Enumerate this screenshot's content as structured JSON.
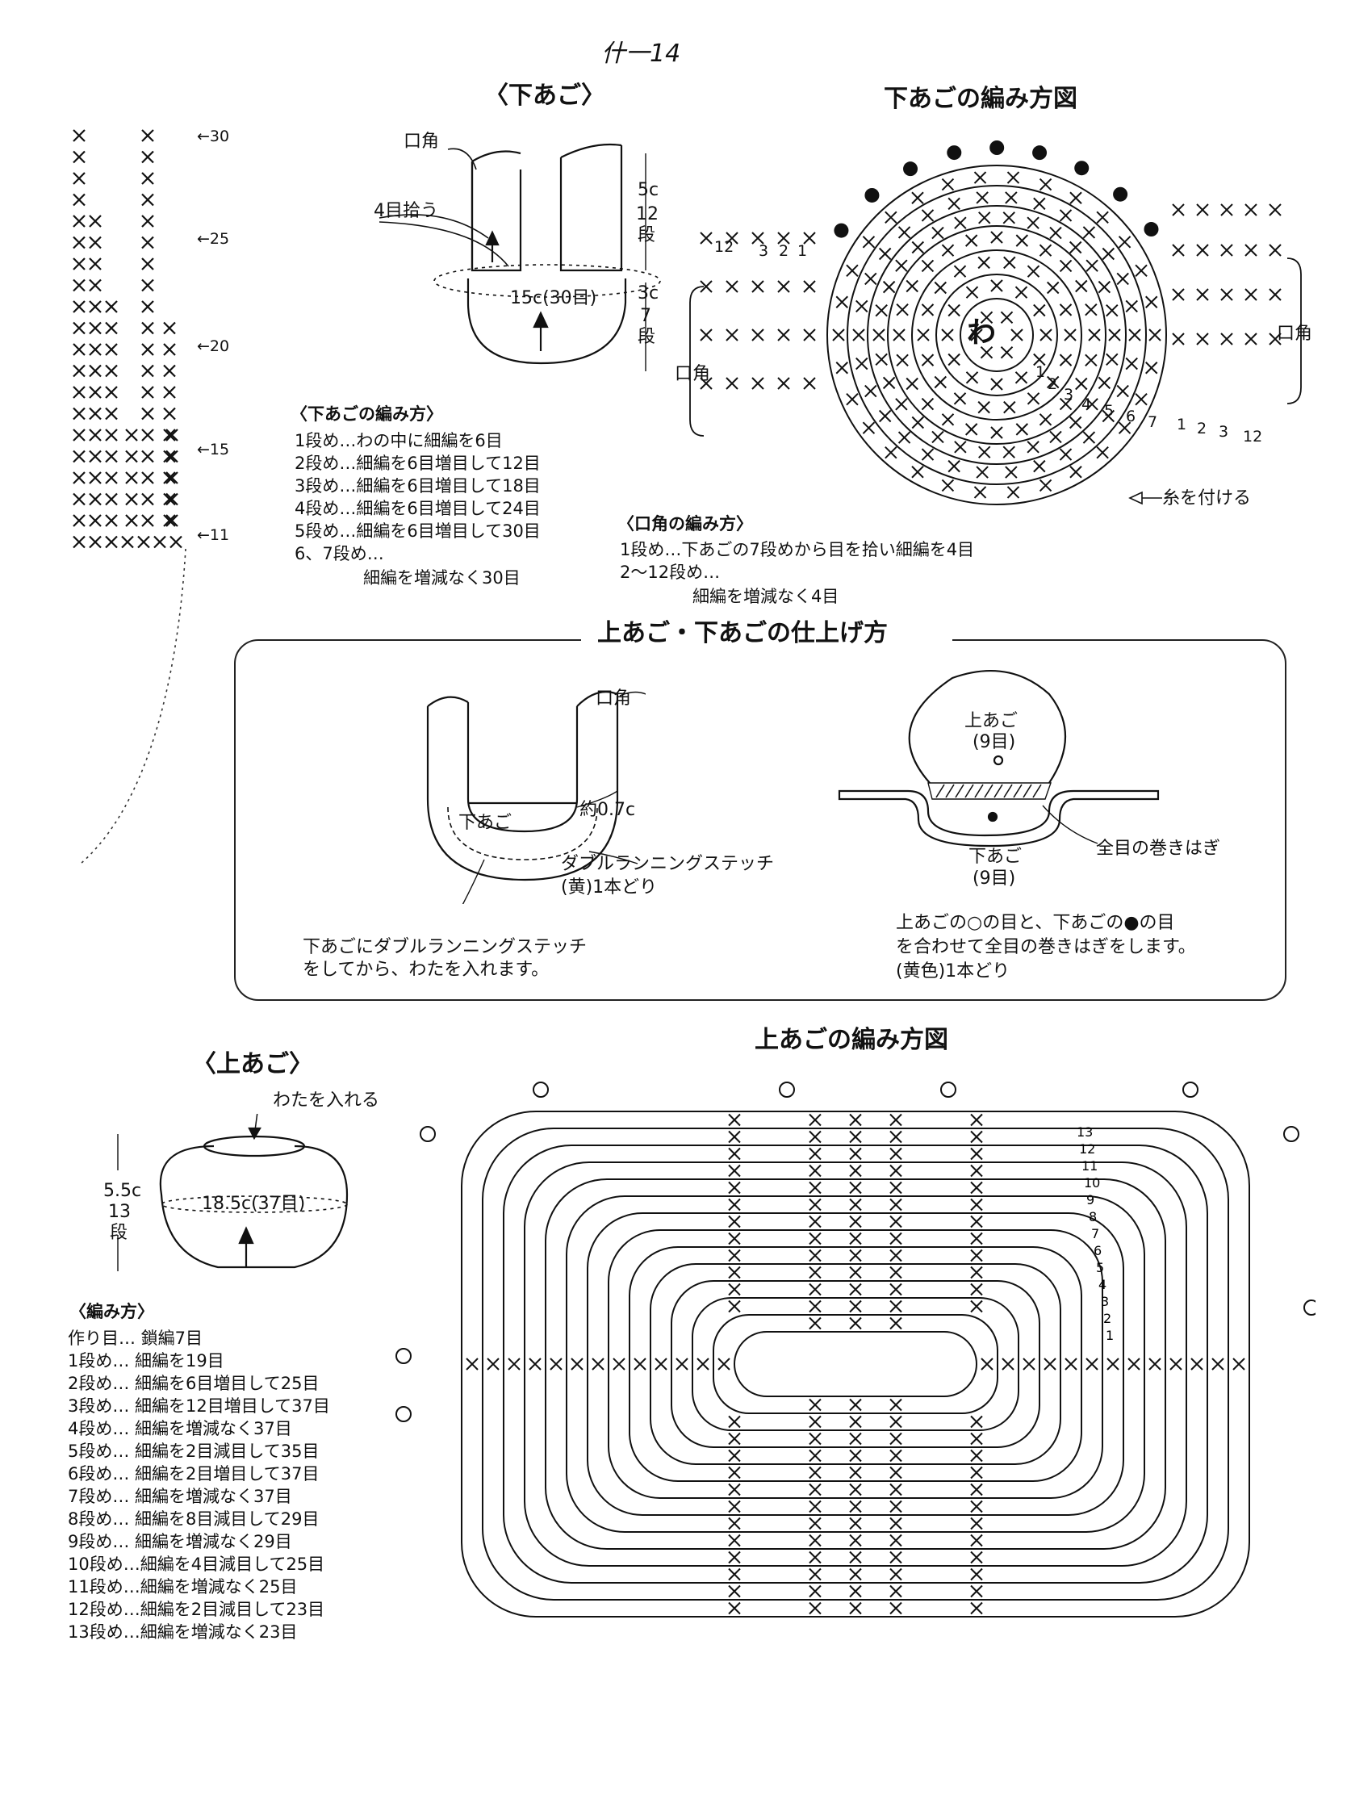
{
  "page_code": "什一14",
  "lower_jaw": {
    "title": "〈下あご〉",
    "label_mouth_corner": "口角",
    "label_pick": "4目拾う",
    "label_circ": "15c(30目)",
    "height_upper": "5c",
    "rows_upper": "12",
    "rows_unit_1": "段",
    "height_lower": "3c",
    "rows_lower": "7",
    "rows_unit_2": "段",
    "method_title": "〈下あごの編み方〉",
    "steps": [
      "1段め…わの中に細編を6目",
      "2段め…細編を6目増目して12目",
      "3段め…細編を6目増目して18目",
      "4段め…細編を6目増目して24目",
      "5段め…細編を6目増目して30目",
      "6、7段め…",
      "細編を増減なく30目"
    ]
  },
  "lower_chart": {
    "title": "下あごの編み方図",
    "center": "わ",
    "mouth_left": "口角",
    "mouth_right": "口角",
    "attach_yarn": "糸を付ける",
    "left_rows": [
      "12",
      "3",
      "2",
      "1"
    ],
    "right_rows": [
      "1",
      "2",
      "3",
      "12"
    ],
    "ring_rows": [
      "1",
      "2",
      "3",
      "4",
      "5",
      "6",
      "7"
    ]
  },
  "mouth_corner": {
    "title": "〈口角の編み方〉",
    "steps": [
      "1段め…下あごの7段めから目を拾い細編を4目",
      "2〜12段め…",
      "細編を増減なく4目"
    ]
  },
  "side_strip": {
    "row_labels": [
      "←30",
      "←25",
      "←20",
      "←15",
      "←11"
    ]
  },
  "finishing": {
    "title": "上あご・下あごの仕上げ方",
    "left": {
      "mouth_corner": "口角",
      "approx": "約0.7c",
      "lower_jaw": "下あご",
      "stitch": "ダブルランニングステッチ",
      "stitch_note": "(黄)1本どり",
      "caption_1": "下あごにダブルランニングステッチ",
      "caption_2": "をしてから、わたを入れます。"
    },
    "right": {
      "upper_jaw": "上あご",
      "upper_count": "(9目)",
      "lower_jaw": "下あご",
      "lower_count": "(9目)",
      "whip": "全目の巻きはぎ",
      "caption_1": "上あごの○の目と、下あごの●の目",
      "caption_2": "を合わせて全目の巻きはぎをします。",
      "caption_3": "(黄色)1本どり"
    }
  },
  "upper_jaw": {
    "title": "〈上あご〉",
    "stuffing": "わたを入れる",
    "height": "5.5c",
    "rows": "13",
    "rows_unit": "段",
    "circ": "18.5c(37目)",
    "method_title": "〈編み方〉",
    "steps": [
      "作り目…  鎖編7目",
      "1段め…  細編を19目",
      "2段め…  細編を6目増目して25目",
      "3段め…  細編を12目増目して37目",
      "4段め…  細編を増減なく37目",
      "5段め…  細編を2目減目して35目",
      "6段め…  細編を2目増目して37目",
      "7段め…  細編を増減なく37目",
      "8段め…  細編を8目減目して29目",
      "9段め…  細編を増減なく29目",
      "10段め…細編を4目減目して25目",
      "11段め…細編を増減なく25目",
      "12段め…細編を2目減目して23目",
      "13段め…細編を増減なく23目"
    ]
  },
  "upper_chart": {
    "title": "上あごの編み方図",
    "rows": [
      "1",
      "2",
      "3",
      "4",
      "5",
      "6",
      "7",
      "8",
      "9",
      "10",
      "11",
      "12",
      "13"
    ]
  }
}
